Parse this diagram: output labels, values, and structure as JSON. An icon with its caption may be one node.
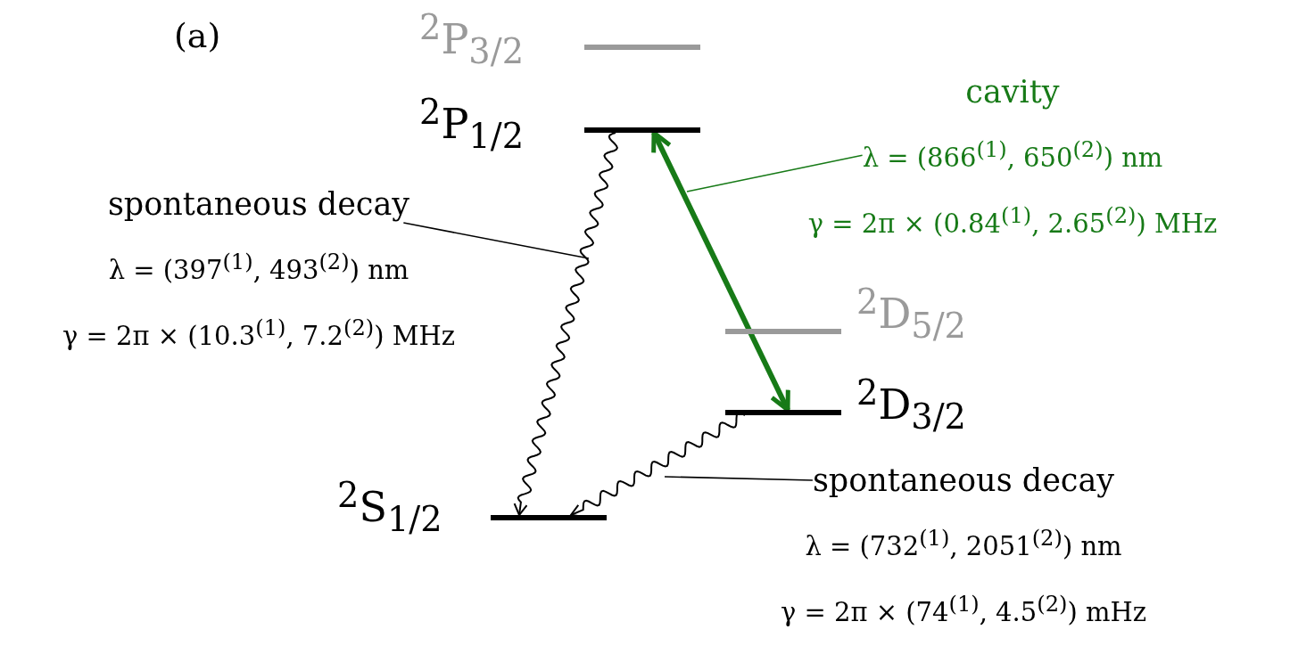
{
  "diagram": {
    "nodes": [
      {
        "text": [
          "$^{2}$P$_{3/2}$"
        ]
      },
      {
        "text": [
          "$^{2}$P$_{1/2}$"
        ]
      },
      {
        "text": [
          "$^{2}$D$_{5/2}$"
        ]
      },
      {
        "text": [
          "$^{2}$D$_{3/2}$"
        ]
      },
      {
        "text": [
          "$^{2}$S$_{1/2}$"
        ]
      },
      {
        "text": [
          "cavity",
          "λ = (866$^{(1)}$, 650$^{(2)}$) nm",
          "γ = 2π × (0.84$^{(1)}$, 2.65$^{(2)}$) MHz"
        ]
      },
      {
        "text": [
          "spontaneous decay",
          "λ = (397$^{(1)}$, 493$^{(2)}$) nm",
          "γ = 2π × (10.3$^{(1)}$, 7.2$^{(2)}$) MHz"
        ]
      },
      {
        "text": [
          "spontaneous decay",
          "λ = (732$^{(1)}$, 2051$^{(2)}$) nm",
          "γ = 2π × (74$^{(1)}$, 4.5$^{(2)}$) mHz"
        ]
      }
    ],
    "edges": [
      {
        "from": 1,
        "to": 4,
        "arrow": "to"
      },
      {
        "from": 3,
        "to": 4,
        "arrow": "to"
      },
      {
        "from": 1,
        "to": 3,
        "arrow": "both",
        "style": "thick",
        "color": "#177a17"
      },
      {
        "from": 5,
        "to": null,
        "arrow": "none",
        "color": "#177a17"
      },
      {
        "from": 6,
        "to": null,
        "arrow": "none"
      },
      {
        "from": 7,
        "to": null,
        "arrow": "none"
      }
    ],
    "labels": [
      "(a)"
    ]
  }
}
